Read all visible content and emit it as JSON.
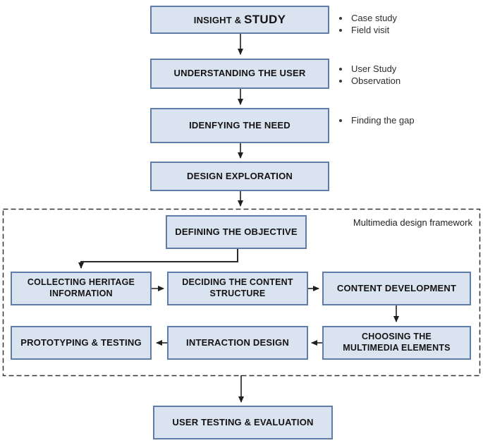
{
  "diagram": {
    "framework_label": "Multimedia design framework",
    "colors": {
      "box_fill": "#dae3f0",
      "box_border": "#5e7ea8",
      "arrow": "#1f1f1f",
      "dashed_border": "#333333"
    },
    "boxes": {
      "insight": {
        "label_small": "INSIGHT &",
        "label_large": "STUDY"
      },
      "understanding": {
        "label": "UNDERSTANDING THE USER"
      },
      "identifying": {
        "label": "IDENFYING THE NEED"
      },
      "design_exploration": {
        "label": "DESIGN EXPLORATION"
      },
      "defining": {
        "label": "DEFINING THE OBJECTIVE"
      },
      "collecting": {
        "line1": "COLLECTING HERITAGE",
        "line2": "INFORMATION"
      },
      "deciding": {
        "line1": "DECIDING THE CONTENT",
        "line2": "STRUCTURE"
      },
      "content_development": {
        "label": "CONTENT DEVELOPMENT"
      },
      "prototyping": {
        "label": "PROTOTYPING & TESTING"
      },
      "interaction": {
        "label": "INTERACTION DESIGN"
      },
      "choosing": {
        "line1": "CHOOSING THE",
        "line2": "MULTIMEDIA ELEMENTS"
      },
      "user_testing": {
        "label": "USER TESTING & EVALUATION"
      }
    },
    "notes": {
      "insight": [
        "Case study",
        "Field visit"
      ],
      "understanding": [
        "User Study",
        "Observation"
      ],
      "identifying": [
        "Finding the gap"
      ]
    }
  }
}
